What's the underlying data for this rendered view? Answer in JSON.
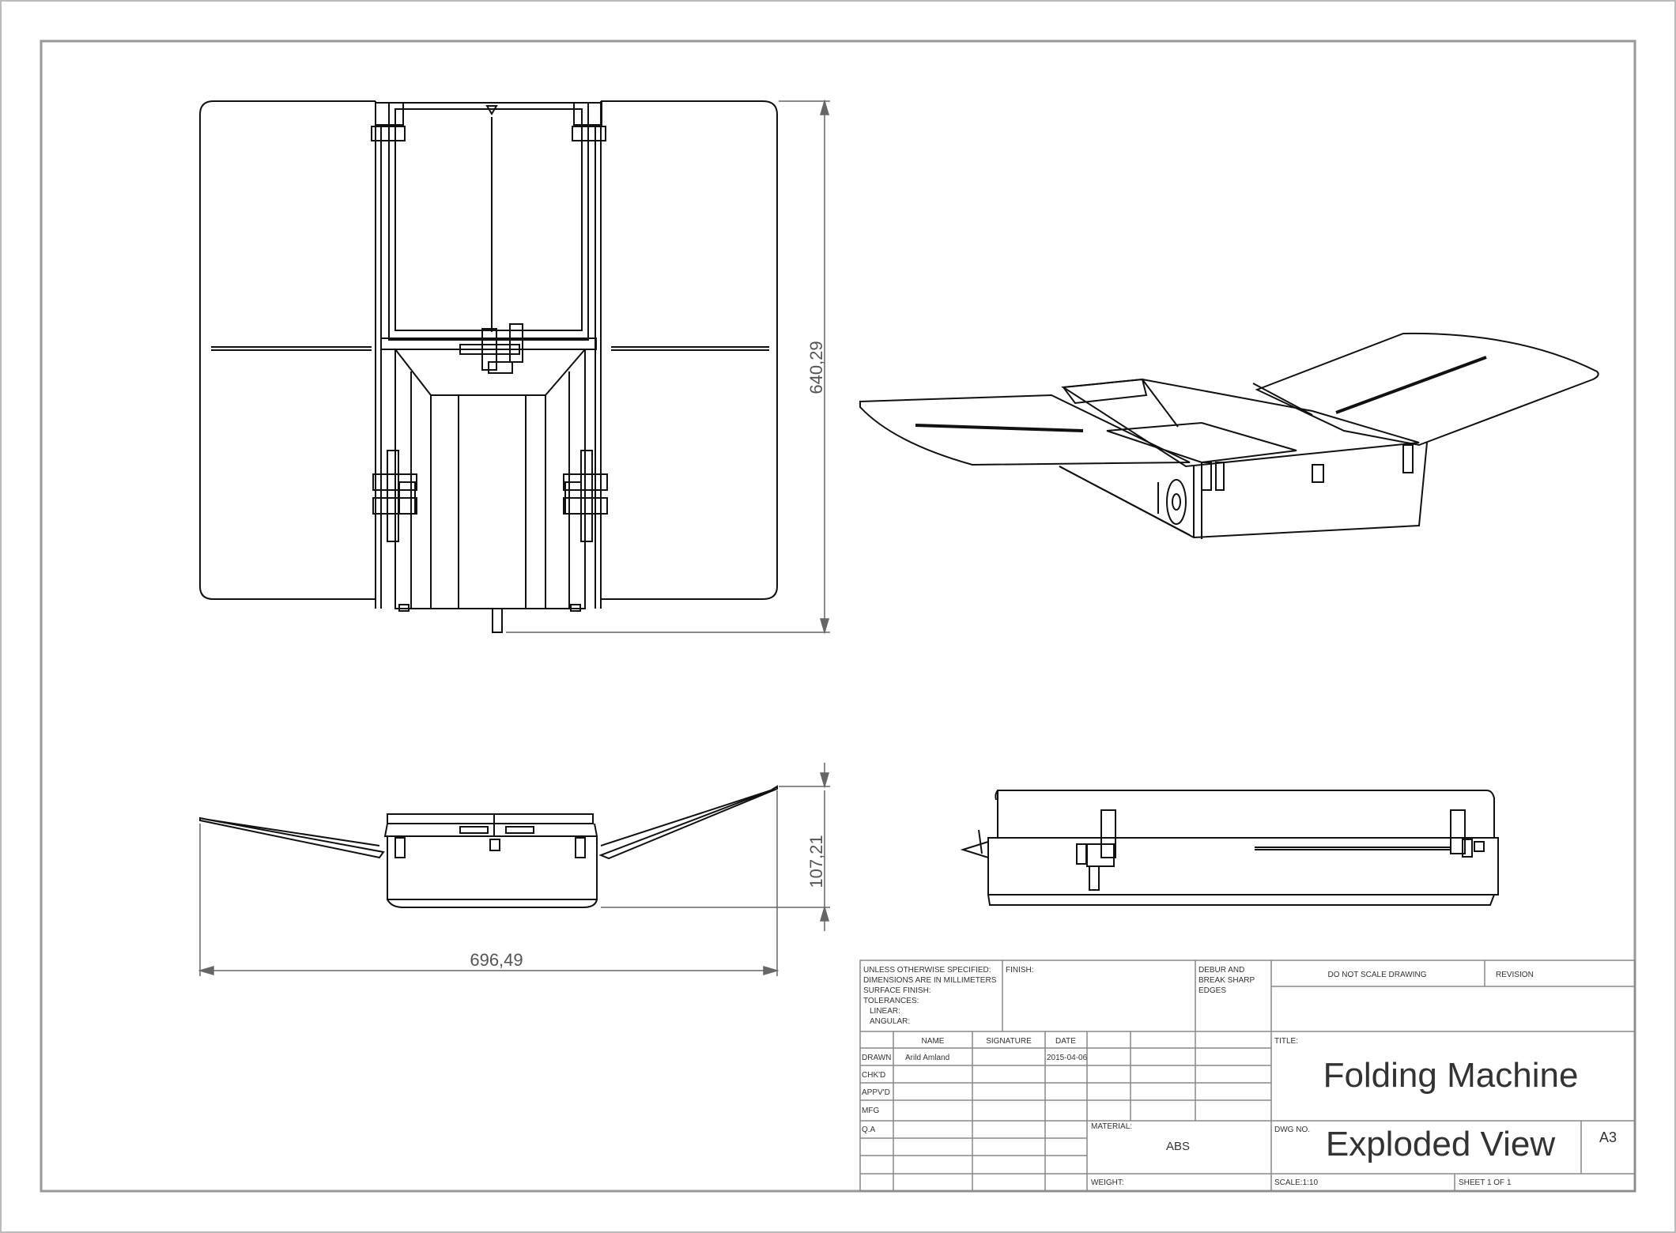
{
  "dimensions": {
    "height_top_view": "640,29",
    "height_side_view": "107,21",
    "width_side_view": "696,49"
  },
  "title_block": {
    "general_notes": [
      "UNLESS OTHERWISE SPECIFIED:",
      "DIMENSIONS ARE IN MILLIMETERS",
      "SURFACE FINISH:",
      "TOLERANCES:",
      "LINEAR:",
      "ANGULAR:"
    ],
    "finish_label": "FINISH:",
    "deburr_note": [
      "DEBUR AND",
      "BREAK SHARP",
      "EDGES"
    ],
    "do_not_scale": "DO NOT SCALE DRAWING",
    "revision_label": "REVISION",
    "col_headers": {
      "name": "NAME",
      "signature": "SIGNATURE",
      "date": "DATE"
    },
    "rows": [
      "DRAWN",
      "CHK'D",
      "APPV'D",
      "MFG",
      "Q.A"
    ],
    "drawn_by": "Arild Amland",
    "drawn_date": "2015-04-06",
    "title_label": "TITLE:",
    "title": "Folding Machine",
    "material_label": "MATERIAL:",
    "material": "ABS",
    "dwg_no_label": "DWG NO.",
    "dwg_no": "Exploded View",
    "sheet_size": "A3",
    "weight_label": "WEIGHT:",
    "scale": "SCALE:1:10",
    "sheet": "SHEET 1 OF 1"
  }
}
